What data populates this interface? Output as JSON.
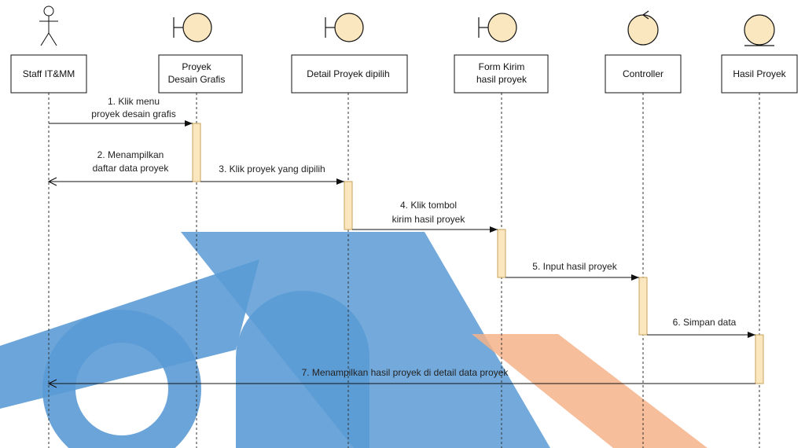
{
  "participants": [
    {
      "id": "staff",
      "lines": [
        "Staff IT&MM"
      ],
      "icon": "actor-icon"
    },
    {
      "id": "proyek",
      "lines": [
        "Proyek",
        "Desain Grafis"
      ],
      "icon": "boundary-icon"
    },
    {
      "id": "detail",
      "lines": [
        "Detail Proyek dipilih"
      ],
      "icon": "boundary-icon"
    },
    {
      "id": "form",
      "lines": [
        "Form Kirim",
        "hasil proyek"
      ],
      "icon": "boundary-icon"
    },
    {
      "id": "controller",
      "lines": [
        "Controller"
      ],
      "icon": "control-icon"
    },
    {
      "id": "hasil",
      "lines": [
        "Hasil Proyek"
      ],
      "icon": "entity-icon"
    }
  ],
  "messages": [
    {
      "label": [
        "1. Klik menu",
        "proyek desain grafis"
      ],
      "from": "staff",
      "to": "proyek",
      "kind": "call"
    },
    {
      "label": [
        "2. Menampilkan",
        "daftar data proyek"
      ],
      "from": "proyek",
      "to": "staff",
      "kind": "return"
    },
    {
      "label": [
        "3. Klik proyek yang dipilih"
      ],
      "from": "proyek",
      "to": "detail",
      "kind": "call"
    },
    {
      "label": [
        "4. Klik tombol",
        "kirim hasil proyek"
      ],
      "from": "detail",
      "to": "form",
      "kind": "call"
    },
    {
      "label": [
        "5. Input hasil proyek"
      ],
      "from": "form",
      "to": "controller",
      "kind": "call"
    },
    {
      "label": [
        "6. Simpan data"
      ],
      "from": "controller",
      "to": "hasil",
      "kind": "call"
    },
    {
      "label": [
        "7. Menampilkan hasil proyek di detail data proyek"
      ],
      "from": "hasil",
      "to": "staff",
      "kind": "return"
    }
  ],
  "colors": {
    "activation_fill": "#fbe7bf",
    "activation_stroke": "#c9a35a",
    "icon_fill": "#fbe7bf",
    "line": "#111111",
    "watermark_blue": "#5b9bd5",
    "watermark_orange": "#f5b38a"
  },
  "watermark": {
    "name": "university-logo-watermark"
  }
}
